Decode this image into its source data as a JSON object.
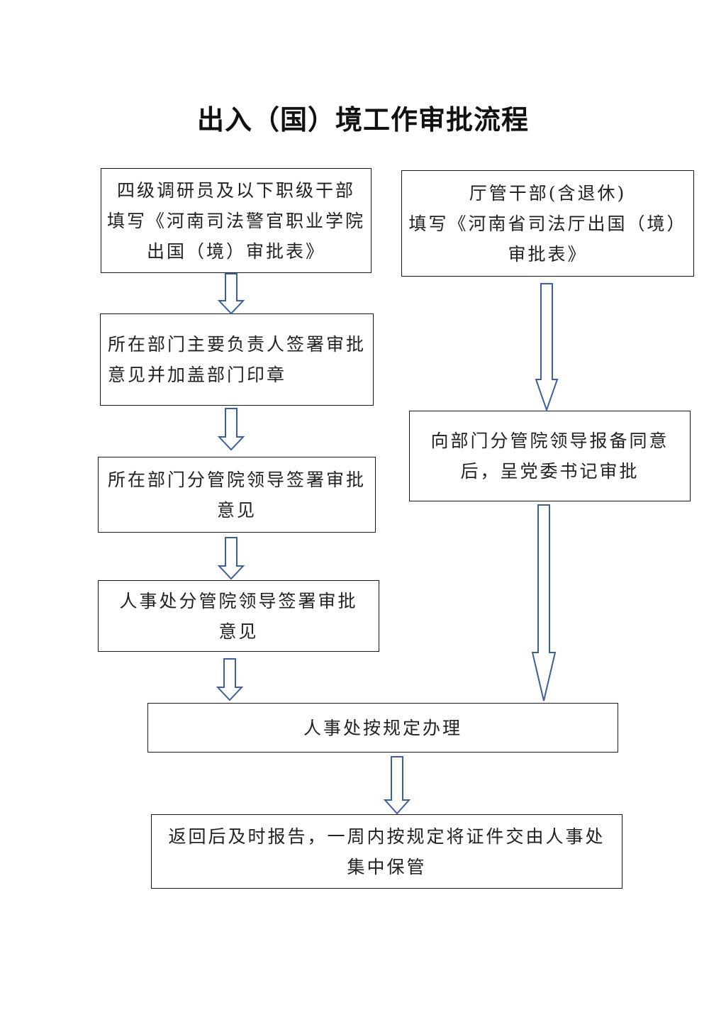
{
  "title": "出入（国）境工作审批流程",
  "boxes": {
    "b1": {
      "lines": [
        "四级调研员及以下职级干部",
        "填写《河南司法警官职业学院",
        "出国（境）审批表》"
      ]
    },
    "b2": {
      "lines": [
        "所在部门主要负责人签署审批",
        "意见并加盖部门印章"
      ]
    },
    "b3": {
      "lines": [
        "所在部门分管院领导签署审批",
        "意见"
      ]
    },
    "b4": {
      "lines": [
        "人事处分管院领导签署审批",
        "意见"
      ]
    },
    "r1": {
      "lines": [
        "厅管干部(含退休)",
        "填写《河南省司法厅出国（境）",
        "审批表》"
      ]
    },
    "r2": {
      "lines": [
        "向部门分管院领导报备同意",
        "后，呈党委书记审批"
      ]
    },
    "b5": {
      "lines": [
        "人事处按规定办理"
      ]
    },
    "b6": {
      "lines": [
        "返回后及时报告，一周内按规定将证件交由人事处",
        "集中保管"
      ]
    }
  },
  "colors": {
    "arrow_stroke": "#3d5f9e",
    "box_border": "#1a1a1a",
    "text": "#222222"
  }
}
